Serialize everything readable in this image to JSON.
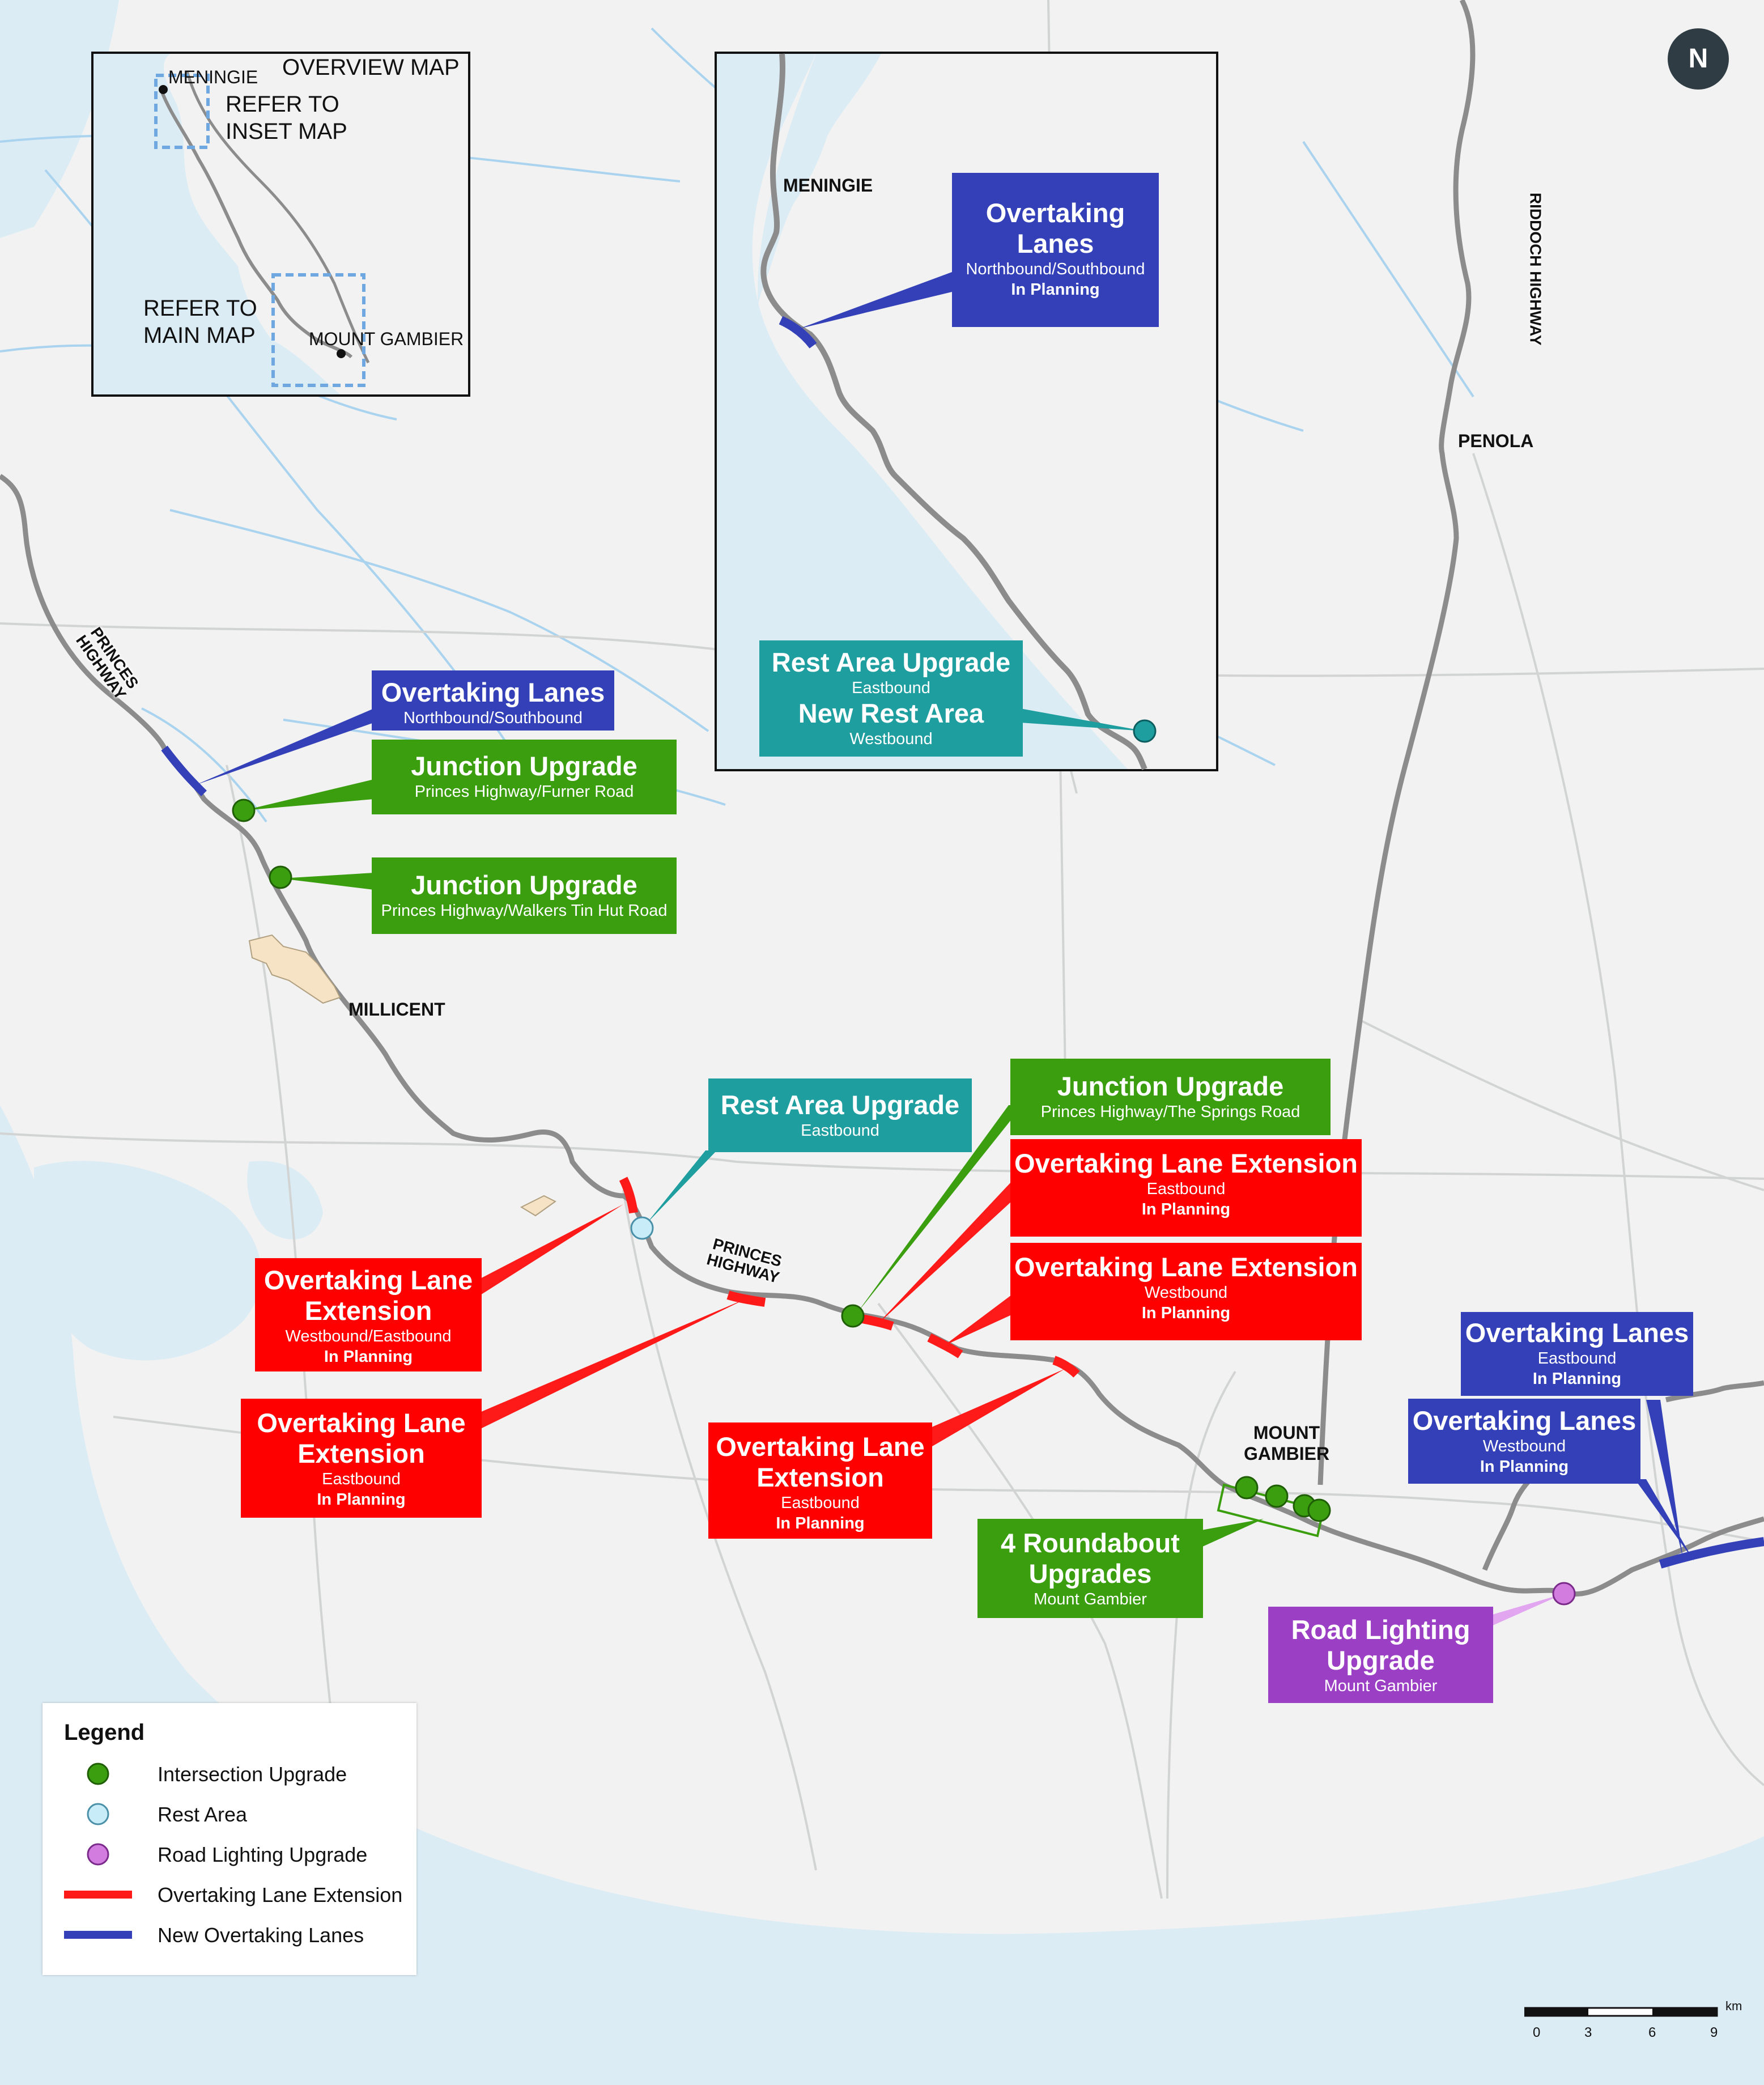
{
  "overview_map": {
    "title": "OVERVIEW MAP",
    "town_meningie": "MENINGIE",
    "town_mount_gambier": "MOUNT GAMBIER",
    "refer_inset": "REFER TO\nINSET MAP",
    "refer_main": "REFER TO\nMAIN MAP"
  },
  "places": {
    "meningie": "MENINGIE",
    "penola": "PENOLA",
    "millicent": "MILLICENT",
    "mount_gambier": "MOUNT\nGAMBIER"
  },
  "roads": {
    "riddoch": "RIDDOCH HIGHWAY",
    "princes_1": "PRINCES\nHIGHWAY",
    "princes_2": "PRINCES\nHIGHWAY"
  },
  "colors": {
    "overtaking_lanes": "#3340b8",
    "junction_upgrade": "#3a9e0f",
    "rest_area": "#1f9ea0",
    "overtaking_extension": "#ff0000",
    "road_lighting": "#9b3fc4",
    "water": "#dcecf5",
    "land": "#f1f2f1",
    "highway": "#8c8c8c"
  },
  "labels": {
    "inset_overtaking": {
      "title": "Overtaking\nLanes",
      "sub": "Northbound/Southbound",
      "status": "In Planning"
    },
    "inset_rest": {
      "title1": "Rest Area Upgrade",
      "sub1": "Eastbound",
      "title2": "New Rest Area",
      "sub2": "Westbound"
    },
    "ol_north": {
      "title": "Overtaking Lanes",
      "sub": "Northbound/Southbound"
    },
    "ju_furner": {
      "title": "Junction Upgrade",
      "sub": "Princes Highway/Furner Road"
    },
    "ju_walkers": {
      "title": "Junction Upgrade",
      "sub": "Princes Highway/Walkers Tin Hut Road"
    },
    "rest_east": {
      "title": "Rest Area Upgrade",
      "sub": "Eastbound"
    },
    "ju_springs": {
      "title": "Junction Upgrade",
      "sub": "Princes Highway/The Springs Road"
    },
    "ole_east_1": {
      "title": "Overtaking Lane Extension",
      "sub": "Eastbound",
      "status": "In Planning"
    },
    "ole_west": {
      "title": "Overtaking Lane Extension",
      "sub": "Westbound",
      "status": "In Planning"
    },
    "ole_wb_eb": {
      "title": "Overtaking Lane\nExtension",
      "sub": "Westbound/Eastbound",
      "status": "In Planning"
    },
    "ole_east_2": {
      "title": "Overtaking Lane\nExtension",
      "sub": "Eastbound",
      "status": "In Planning"
    },
    "ole_east_3": {
      "title": "Overtaking Lane\nExtension",
      "sub": "Eastbound",
      "status": "In Planning"
    },
    "roundabout": {
      "title": "4 Roundabout\nUpgrades",
      "sub": "Mount Gambier"
    },
    "lighting": {
      "title": "Road Lighting\nUpgrade",
      "sub": "Mount Gambier"
    },
    "ol_east_se": {
      "title": "Overtaking Lanes",
      "sub": "Eastbound",
      "status": "In Planning"
    },
    "ol_west_se": {
      "title": "Overtaking Lanes",
      "sub": "Westbound",
      "status": "In Planning"
    }
  },
  "legend": {
    "title": "Legend",
    "items": [
      {
        "label": "Intersection Upgrade",
        "symbol": "green-circle"
      },
      {
        "label": "Rest Area",
        "symbol": "light-blue-circle"
      },
      {
        "label": "Road Lighting Upgrade",
        "symbol": "purple-circle"
      },
      {
        "label": "Overtaking Lane Extension",
        "symbol": "red-line"
      },
      {
        "label": "New Overtaking Lanes",
        "symbol": "blue-line"
      }
    ]
  },
  "north_arrow": "N",
  "scale_bar": {
    "ticks": [
      "0",
      "3",
      "6",
      "9"
    ],
    "unit": "km"
  }
}
